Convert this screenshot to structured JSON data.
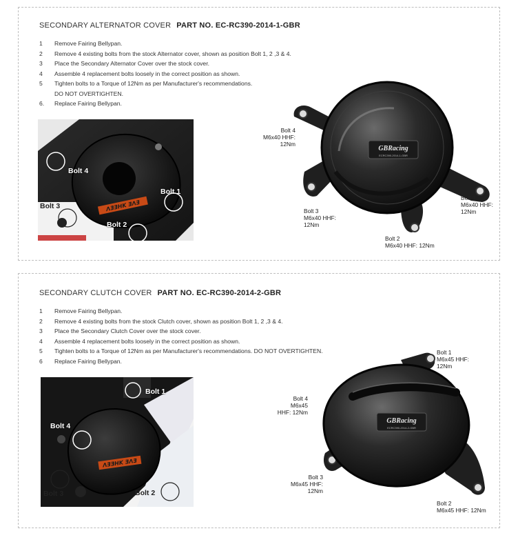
{
  "section1": {
    "title": "SECONDARY ALTERNATOR COVER",
    "part_no": "PART NO. EC-RC390-2014-1-GBR",
    "steps": [
      {
        "num": "1",
        "text": "Remove Fairing Bellypan."
      },
      {
        "num": "2",
        "text": "Remove 4 existing bolts from the stock Alternator cover, shown as position Bolt 1, 2 ,3 & 4."
      },
      {
        "num": "3",
        "text": "Place the Secondary Alternator Cover over the stock cover."
      },
      {
        "num": "4",
        "text": "Assemble 4 replacement bolts loosely in the correct position as shown."
      },
      {
        "num": "5",
        "text": "Tighten bolts to a Torque of 12Nm as per Manufacturer's recommendations.",
        "text2": "DO NOT OVERTIGHTEN."
      },
      {
        "num": "6.",
        "text": "Replace Fairing Bellypan."
      }
    ],
    "photo_labels": {
      "bolt1": "Bolt 1",
      "bolt2": "Bolt 2",
      "bolt3": "Bolt 3",
      "bolt4": "Bolt 4"
    },
    "diagram_labels": {
      "bolt4": {
        "l1": "Bolt 4",
        "l2": "M6x40 HHF:",
        "l3": "12Nm"
      },
      "bolt1": {
        "l1": "Bolt 1",
        "l2": "M6x40 HHF:",
        "l3": "12Nm"
      },
      "bolt3": {
        "l1": "Bolt 3",
        "l2": "M6x40 HHF:",
        "l3": "12Nm"
      },
      "bolt2": {
        "l1": "Bolt 2",
        "l2": "M6x40 HHF: 12Nm"
      }
    },
    "badge_brand": "GBRacing",
    "badge_sub": "ECRC390-2014-1-GBR"
  },
  "section2": {
    "title": "SECONDARY CLUTCH COVER",
    "part_no": "PART NO. EC-RC390-2014-2-GBR",
    "steps": [
      {
        "num": "1",
        "text": "Remove Fairing Bellypan."
      },
      {
        "num": "2",
        "text": "Remove 4 existing bolts from the stock Clutch cover, shown as position Bolt 1, 2 ,3 & 4."
      },
      {
        "num": "3",
        "text": "Place the Secondary Clutch Cover over the stock cover."
      },
      {
        "num": "4",
        "text": "Assemble 4 replacement bolts loosely in the correct position as shown."
      },
      {
        "num": "5",
        "text": "Tighten bolts to a Torque of 12Nm as per Manufacturer's recommendations. DO NOT OVERTIGHTEN."
      },
      {
        "num": "6",
        "text": "Replace Fairing Bellypan."
      }
    ],
    "photo_labels": {
      "bolt1": "Bolt 1",
      "bolt2": "Bolt 2",
      "bolt3": "Bolt 3",
      "bolt4": "Bolt 4"
    },
    "diagram_labels": {
      "bolt1": {
        "l1": "Bolt 1",
        "l2": "M6x45 HHF:",
        "l3": "12Nm"
      },
      "bolt4": {
        "l1": "Bolt 4",
        "l2": "M6x45",
        "l3": "HHF: 12Nm"
      },
      "bolt3": {
        "l1": "Bolt 3",
        "l2": "M6x45 HHF:",
        "l3": "12Nm"
      },
      "bolt2": {
        "l1": "Bolt 2",
        "l2": "M6x45 HHF: 12Nm"
      }
    },
    "badge_brand": "GBRacing",
    "badge_sub": "ECRC390-2014-2-GBR"
  }
}
